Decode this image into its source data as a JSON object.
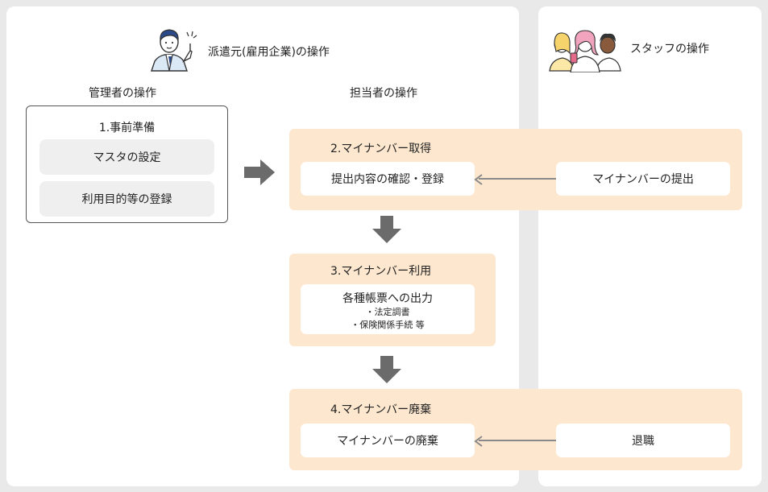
{
  "header": {
    "company_title": "派遣元(雇用企業)の操作",
    "staff_title": "スタッフの操作"
  },
  "columns": {
    "admin_label": "管理者の操作",
    "manager_label": "担当者の操作"
  },
  "admin": {
    "step_title": "1.事前準備",
    "items": [
      "マスタの設定",
      "利用目的等の登録"
    ]
  },
  "steps": [
    {
      "title": "2.マイナンバー取得",
      "box": "提出内容の確認・登録",
      "staff_box": "マイナンバーの提出"
    },
    {
      "title": "3.マイナンバー利用",
      "box_title": "各種帳票への出力",
      "box_lines": [
        "・法定調書",
        "・保険関係手続 等"
      ]
    },
    {
      "title": "4.マイナンバー廃棄",
      "box": "マイナンバーの廃棄",
      "staff_box": "退職"
    }
  ],
  "colors": {
    "background": "#e9e9e9",
    "panel": "#ffffff",
    "step_band": "#fde8cf",
    "admin_item": "#efefef",
    "arrow": "#6b6b6b",
    "connector": "#8a8a8a"
  },
  "icons": [
    "businessman-icon",
    "staff-group-icon",
    "right-arrow-icon",
    "down-arrow-icon",
    "left-arrow-icon"
  ]
}
